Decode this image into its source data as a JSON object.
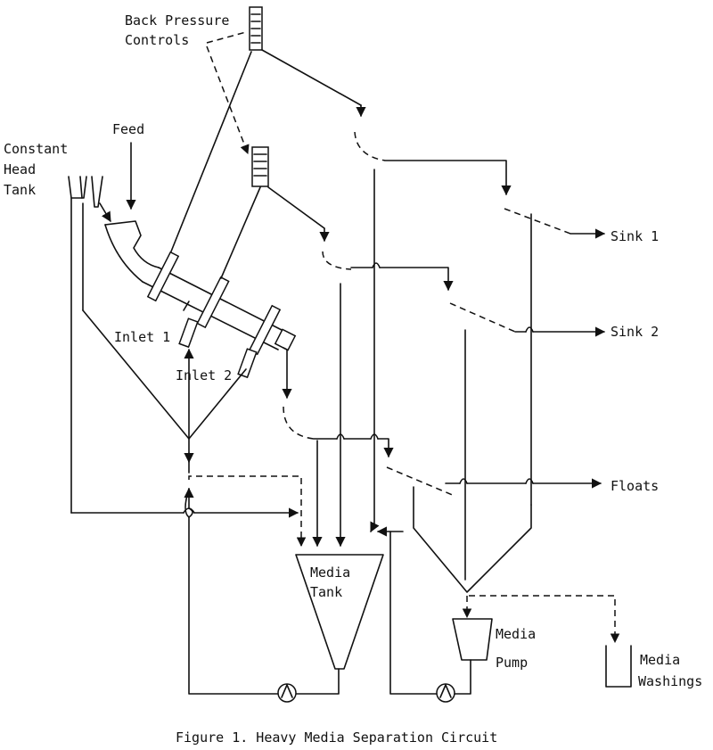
{
  "labels": {
    "back_pressure_1": "Back Pressure",
    "back_pressure_2": "Controls",
    "feed": "Feed",
    "constant": "Constant",
    "head": "Head",
    "tank": "Tank",
    "inlet1": "Inlet 1",
    "inlet2": "Inlet 2",
    "sink1": "Sink 1",
    "sink2": "Sink 2",
    "floats": "Floats",
    "media_tank_1": "Media",
    "media_tank_2": "Tank",
    "media_pump_1": "Media",
    "media_pump_2": "Pump",
    "media_washings_1": "Media",
    "media_washings_2": "Washings"
  },
  "caption": "Figure 1.  Heavy Media Separation Circuit"
}
